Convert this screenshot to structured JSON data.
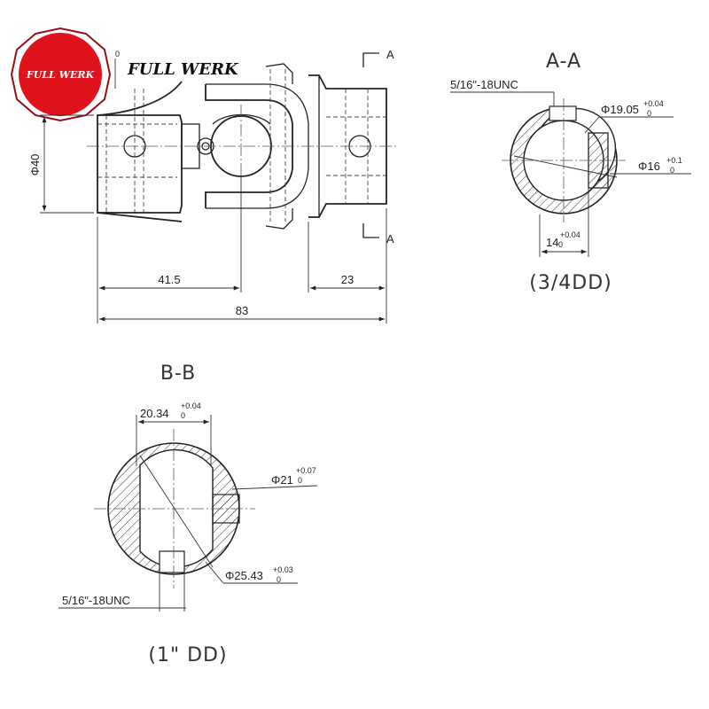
{
  "brand": {
    "logo_text": "FULL WERK",
    "name": "FULL WERK",
    "logo_color": "#e0121b"
  },
  "main_view": {
    "dim_diameter": "Φ40",
    "dim_partial": "0",
    "dim_left": "41.5",
    "dim_right": "23",
    "dim_total": "83",
    "section_mark_top": "A",
    "section_mark_bottom": "A"
  },
  "section_aa": {
    "title": "A-A",
    "thread": "5/16\"-18UNC",
    "bore_dia": "Φ19.05",
    "bore_tol_upper": "+0.04",
    "bore_tol_lower": "0",
    "flat_dia": "Φ16",
    "flat_tol_upper": "+0.1",
    "flat_tol_lower": "0",
    "across_flat": "14",
    "across_tol_upper": "+0.04",
    "across_tol_lower": "0",
    "caption": "(3/4DD)"
  },
  "section_bb": {
    "title": "B-B",
    "across_flat": "20.34",
    "across_tol_upper": "+0.04",
    "across_tol_lower": "0",
    "flat_dia": "Φ21",
    "flat_tol_upper": "+0.07",
    "flat_tol_lower": "0",
    "bore_dia": "Φ25.43",
    "bore_tol_upper": "+0.03",
    "bore_tol_lower": "0",
    "thread": "5/16\"-18UNC",
    "caption": "(1\" DD)"
  }
}
